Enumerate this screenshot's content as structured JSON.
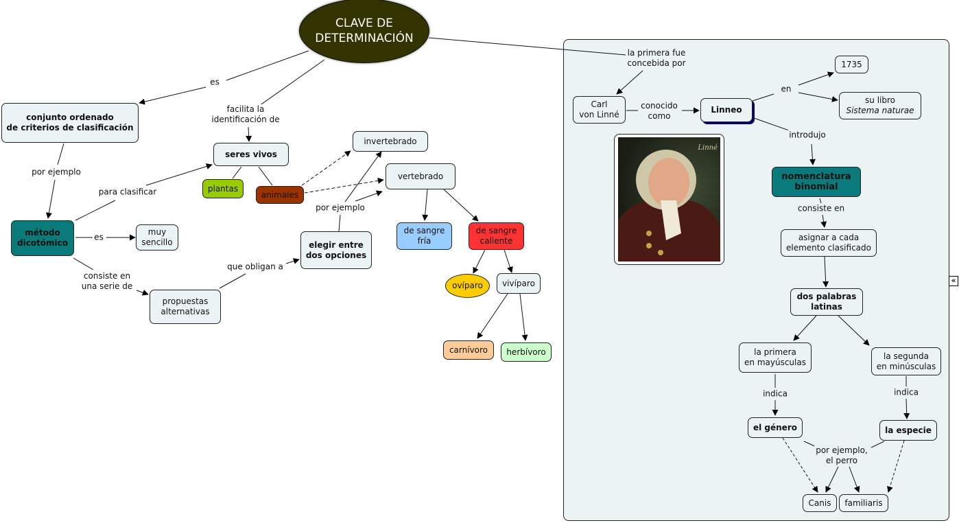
{
  "root": {
    "label": "CLAVE DE\nDETERMINACIÓN",
    "color": "#333300"
  },
  "colors": {
    "node_default": "#ecf3f5",
    "teal": "#0a7a7a",
    "green": "#99cc00",
    "brown": "#993300",
    "blue": "#99ccff",
    "red": "#ff3333",
    "yellow": "#ffcc00",
    "orange": "#ffcc99",
    "light_green": "#ccffcc",
    "navy_shadow": "#000066"
  },
  "left_map": {
    "nodes": {
      "conjunto": "conjunto ordenado\nde criterios de clasificación",
      "metodo": "método\ndicotómico",
      "muy_sencillo": "muy\nsencillo",
      "propuestas": "propuestas\nalternativas",
      "elegir": "elegir entre\ndos opciones",
      "seres_vivos": "seres vivos",
      "plantas": "plantas",
      "animales": "animales",
      "invertebrado": "invertebrado",
      "vertebrado": "vertebrado",
      "sangre_fria": "de sangre\nfría",
      "sangre_caliente": "de sangre\ncaliente",
      "oviparo": "ovíparo",
      "viviparo": "vivíparo",
      "carnivoro": "carnívoro",
      "herbivoro": "herbívoro"
    },
    "links": {
      "es_1": "es",
      "facilita": "facilita la\nidentificación de",
      "por_ejemplo_1": "por ejemplo",
      "para_clasificar": "para clasificar",
      "es_2": "es",
      "consiste": "consiste en\nuna serie de",
      "que_obligan": "que obligan a",
      "por_ejemplo_2": "por ejemplo"
    }
  },
  "right_map": {
    "nodes": {
      "carl": "Carl\nvon Linné",
      "linneo": "Linneo",
      "year": "1735",
      "libro_line1": "su libro",
      "libro_line2": "Sistema naturae",
      "portrait_alt": "Retrato de Linné",
      "portrait_signature": "Linné",
      "nomenclatura": "nomenclatura\nbinomial",
      "asignar": "asignar a cada\nelemento clasificado",
      "dos_palabras": "dos palabras\nlatinas",
      "primera": "la primera\nen mayúsculas",
      "segunda": "la segunda\nen minúsculas",
      "genero": "el género",
      "especie": "la especie",
      "canis": "Canis",
      "familiaris": "familiaris"
    },
    "links": {
      "primera_fue": "la primera fue\nconcebida por",
      "conocido": "conocido\ncomo",
      "en": "en",
      "introdujo": "introdujo",
      "consiste": "consiste en",
      "indica_1": "indica",
      "indica_2": "indica",
      "por_ejemplo": "por ejemplo,\nel perro"
    }
  },
  "collapse_button": {
    "icon": "«"
  }
}
